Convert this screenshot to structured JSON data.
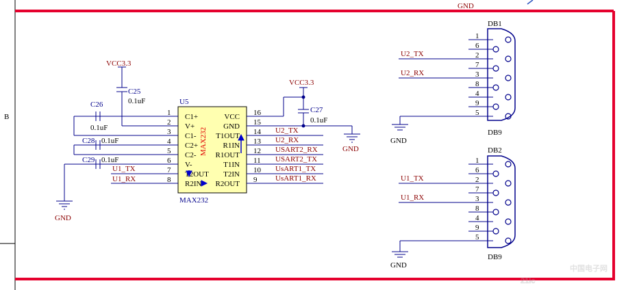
{
  "sheet": {
    "zone_label": "B",
    "top_gnd_label": "GND"
  },
  "u5": {
    "designator": "U5",
    "part": "MAX232",
    "body_text": "MAX232",
    "left_pins": [
      {
        "num": "1",
        "name": "C1+"
      },
      {
        "num": "2",
        "name": "V+"
      },
      {
        "num": "3",
        "name": "C1-"
      },
      {
        "num": "4",
        "name": "C2+"
      },
      {
        "num": "5",
        "name": "C2-"
      },
      {
        "num": "6",
        "name": "V-"
      },
      {
        "num": "7",
        "name": "T2OUT"
      },
      {
        "num": "8",
        "name": "R2IN"
      }
    ],
    "right_pins": [
      {
        "num": "16",
        "name": "VCC"
      },
      {
        "num": "15",
        "name": "GND"
      },
      {
        "num": "14",
        "name": "T1OUT"
      },
      {
        "num": "13",
        "name": "R1IN"
      },
      {
        "num": "12",
        "name": "R1OUT"
      },
      {
        "num": "11",
        "name": "T1IN"
      },
      {
        "num": "10",
        "name": "T2IN"
      },
      {
        "num": "9",
        "name": "R2OUT"
      }
    ]
  },
  "nets": {
    "left": [
      "U1_TX",
      "U1_RX"
    ],
    "right": [
      "U2_TX",
      "U2_RX",
      "USART2_RX",
      "USART2_TX",
      "UsART1_TX",
      "UsART1_RX"
    ]
  },
  "power": {
    "vcc_left": "VCC3.3",
    "vcc_right": "VCC3.3",
    "gnd_left": "GND",
    "gnd_mid": "GND"
  },
  "caps": {
    "c25": {
      "ref": "C25",
      "value": "0.1uF"
    },
    "c26": {
      "ref": "C26",
      "value": "0.1uF"
    },
    "c28": {
      "ref": "C28",
      "value": "0.1uF"
    },
    "c29": {
      "ref": "C29",
      "value": "0.1uF"
    },
    "c27": {
      "ref": "C27",
      "value": "0.1uF"
    }
  },
  "db1": {
    "ref": "DB1",
    "part": "DB9",
    "pins": [
      "1",
      "6",
      "2",
      "7",
      "3",
      "8",
      "4",
      "9",
      "5"
    ],
    "net_tx": "U2_TX",
    "net_rx": "U2_RX",
    "gnd": "GND"
  },
  "db2": {
    "ref": "DB2",
    "part": "DB9",
    "pins": [
      "1",
      "6",
      "2",
      "7",
      "3",
      "8",
      "4",
      "9",
      "5"
    ],
    "net_tx": "U1_TX",
    "net_rx": "U1_RX",
    "gnd": "GND"
  },
  "watermark": {
    "logo": "21ic",
    "text": "中国电子网"
  },
  "colors": {
    "border": "#e5002d",
    "wire": "#00008b",
    "net_label": "#8b0000",
    "ic_fill": "#ffffb0",
    "ic_text_red": "#e00000"
  }
}
